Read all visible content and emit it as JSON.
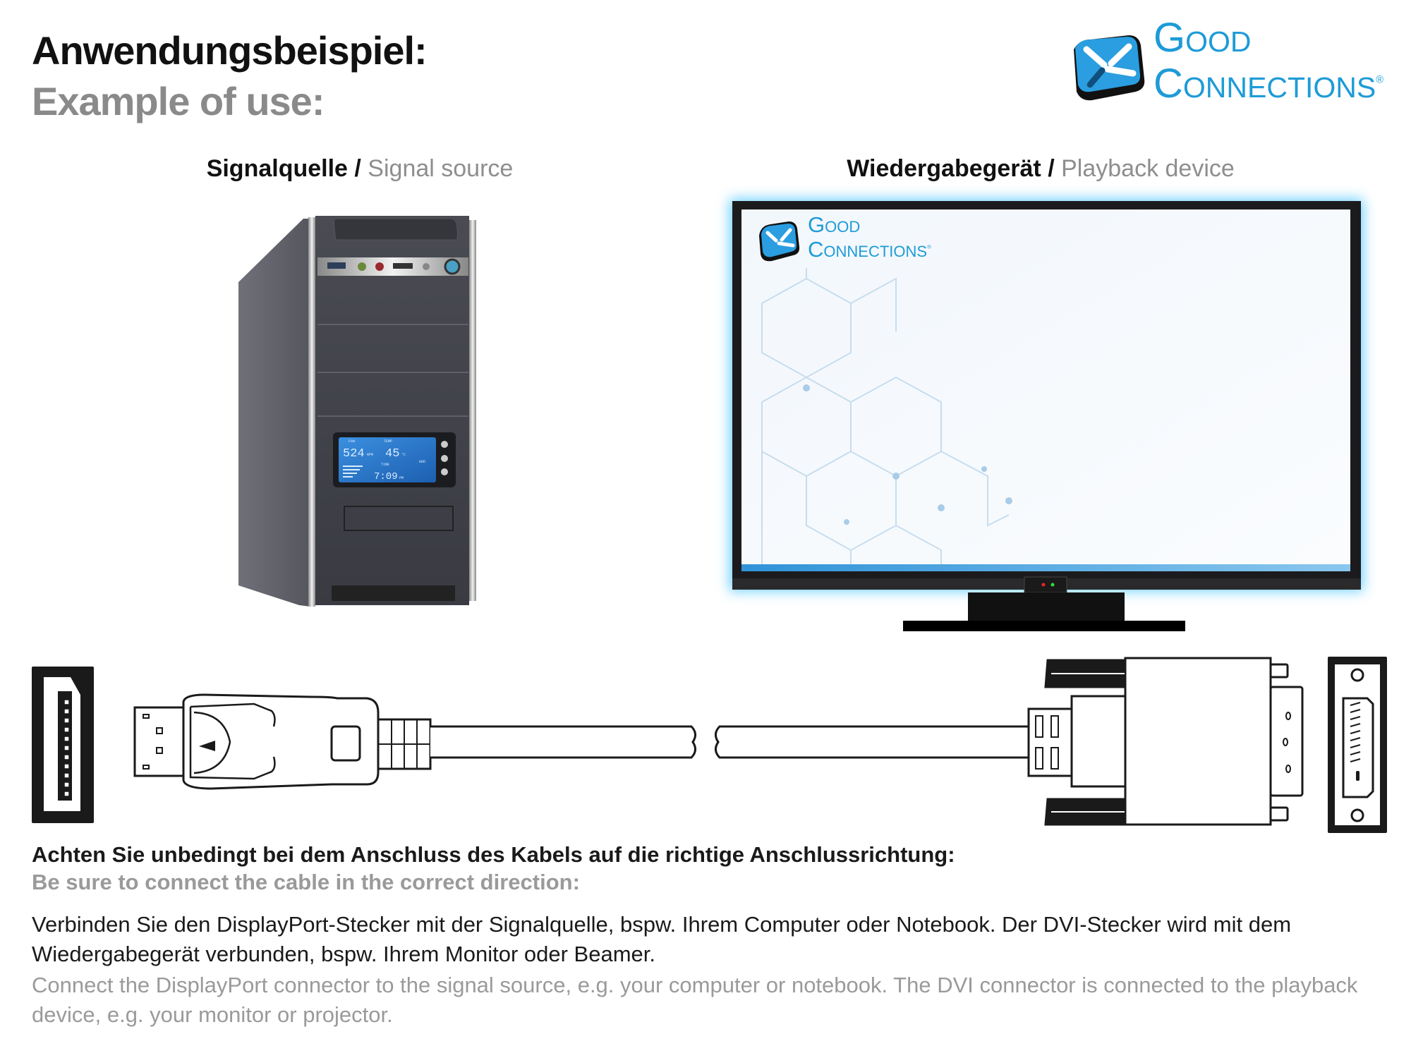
{
  "header": {
    "title_de": "Anwendungsbeispiel:",
    "title_en": "Example of use:"
  },
  "logo": {
    "line1": "Good",
    "line2": "Connections",
    "registered": "®",
    "brand_color": "#1e9bd7"
  },
  "source": {
    "label_de": "Signalquelle",
    "separator": " / ",
    "label_en": "Signal source"
  },
  "playback": {
    "label_de": "Wiedergabegerät",
    "separator": " / ",
    "label_en": "Playback device"
  },
  "pc_display": {
    "fan_label": "FAN",
    "fan_value": "524",
    "fan_unit": "RPM",
    "temp_label": "TEMP",
    "temp_value": "45",
    "temp_unit": "°C",
    "time_label": "TIME",
    "time_value": "7:09",
    "time_unit": "PM",
    "hdd_label": "HDD"
  },
  "instructions": {
    "heading_de": "Achten Sie unbedingt bei dem Anschluss des Kabels auf die richtige Anschlussrichtung:",
    "heading_en": "Be sure to connect the cable in the correct direction:",
    "paragraph_de": "Verbinden Sie den DisplayPort-Stecker mit der Signalquelle, bspw. Ihrem Computer oder Notebook. Der DVI-Stecker wird mit dem Wiedergabegerät verbunden, bspw. Ihrem Monitor oder Beamer.",
    "paragraph_en": "Connect the DisplayPort connector to the signal source, e.g. your computer or notebook. The DVI connector is connected to the playback device, e.g. your monitor or projector."
  },
  "icons": [
    "good-connections-logo-icon",
    "pc-tower-icon",
    "monitor-icon",
    "displayport-socket-icon",
    "displayport-plug-icon",
    "dvi-plug-icon",
    "dvi-socket-icon"
  ]
}
